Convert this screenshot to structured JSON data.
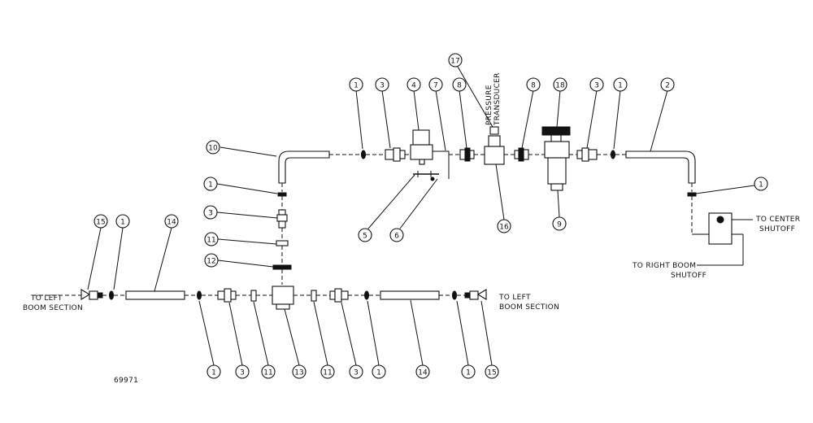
{
  "callouts": {
    "c17": "17",
    "c1a": "1",
    "c3a": "3",
    "c4": "4",
    "c7": "7",
    "c8a": "8",
    "c8b": "8",
    "c18": "18",
    "c3b": "3",
    "c1b": "1",
    "c2": "2",
    "c10": "10",
    "c1c": "1",
    "c3c": "3",
    "c11a": "11",
    "c12": "12",
    "c5": "5",
    "c6": "6",
    "c16": "16",
    "c9": "9",
    "c1d": "1",
    "c15a": "15",
    "c1e": "1",
    "c14a": "14",
    "b1a": "1",
    "b3a": "3",
    "b11a": "11",
    "b13": "13",
    "b11b": "11",
    "b3b": "3",
    "b1b": "1",
    "b14": "14",
    "b1c": "1",
    "b15": "15"
  },
  "labels": {
    "pressure": "PRESSURE",
    "transducer": "TRANSDUCER",
    "to_center": "TO CENTER",
    "shutoff_center": "SHUTOFF",
    "to_right_boom": "TO RIGHT BOOM",
    "shutoff_right": "SHUTOFF",
    "to_left_1": "TO LEFT",
    "boom_section_1": "BOOM SECTION",
    "to_left_2": "TO LEFT",
    "boom_section_2": "BOOM SECTION",
    "figure_number": "69971"
  }
}
